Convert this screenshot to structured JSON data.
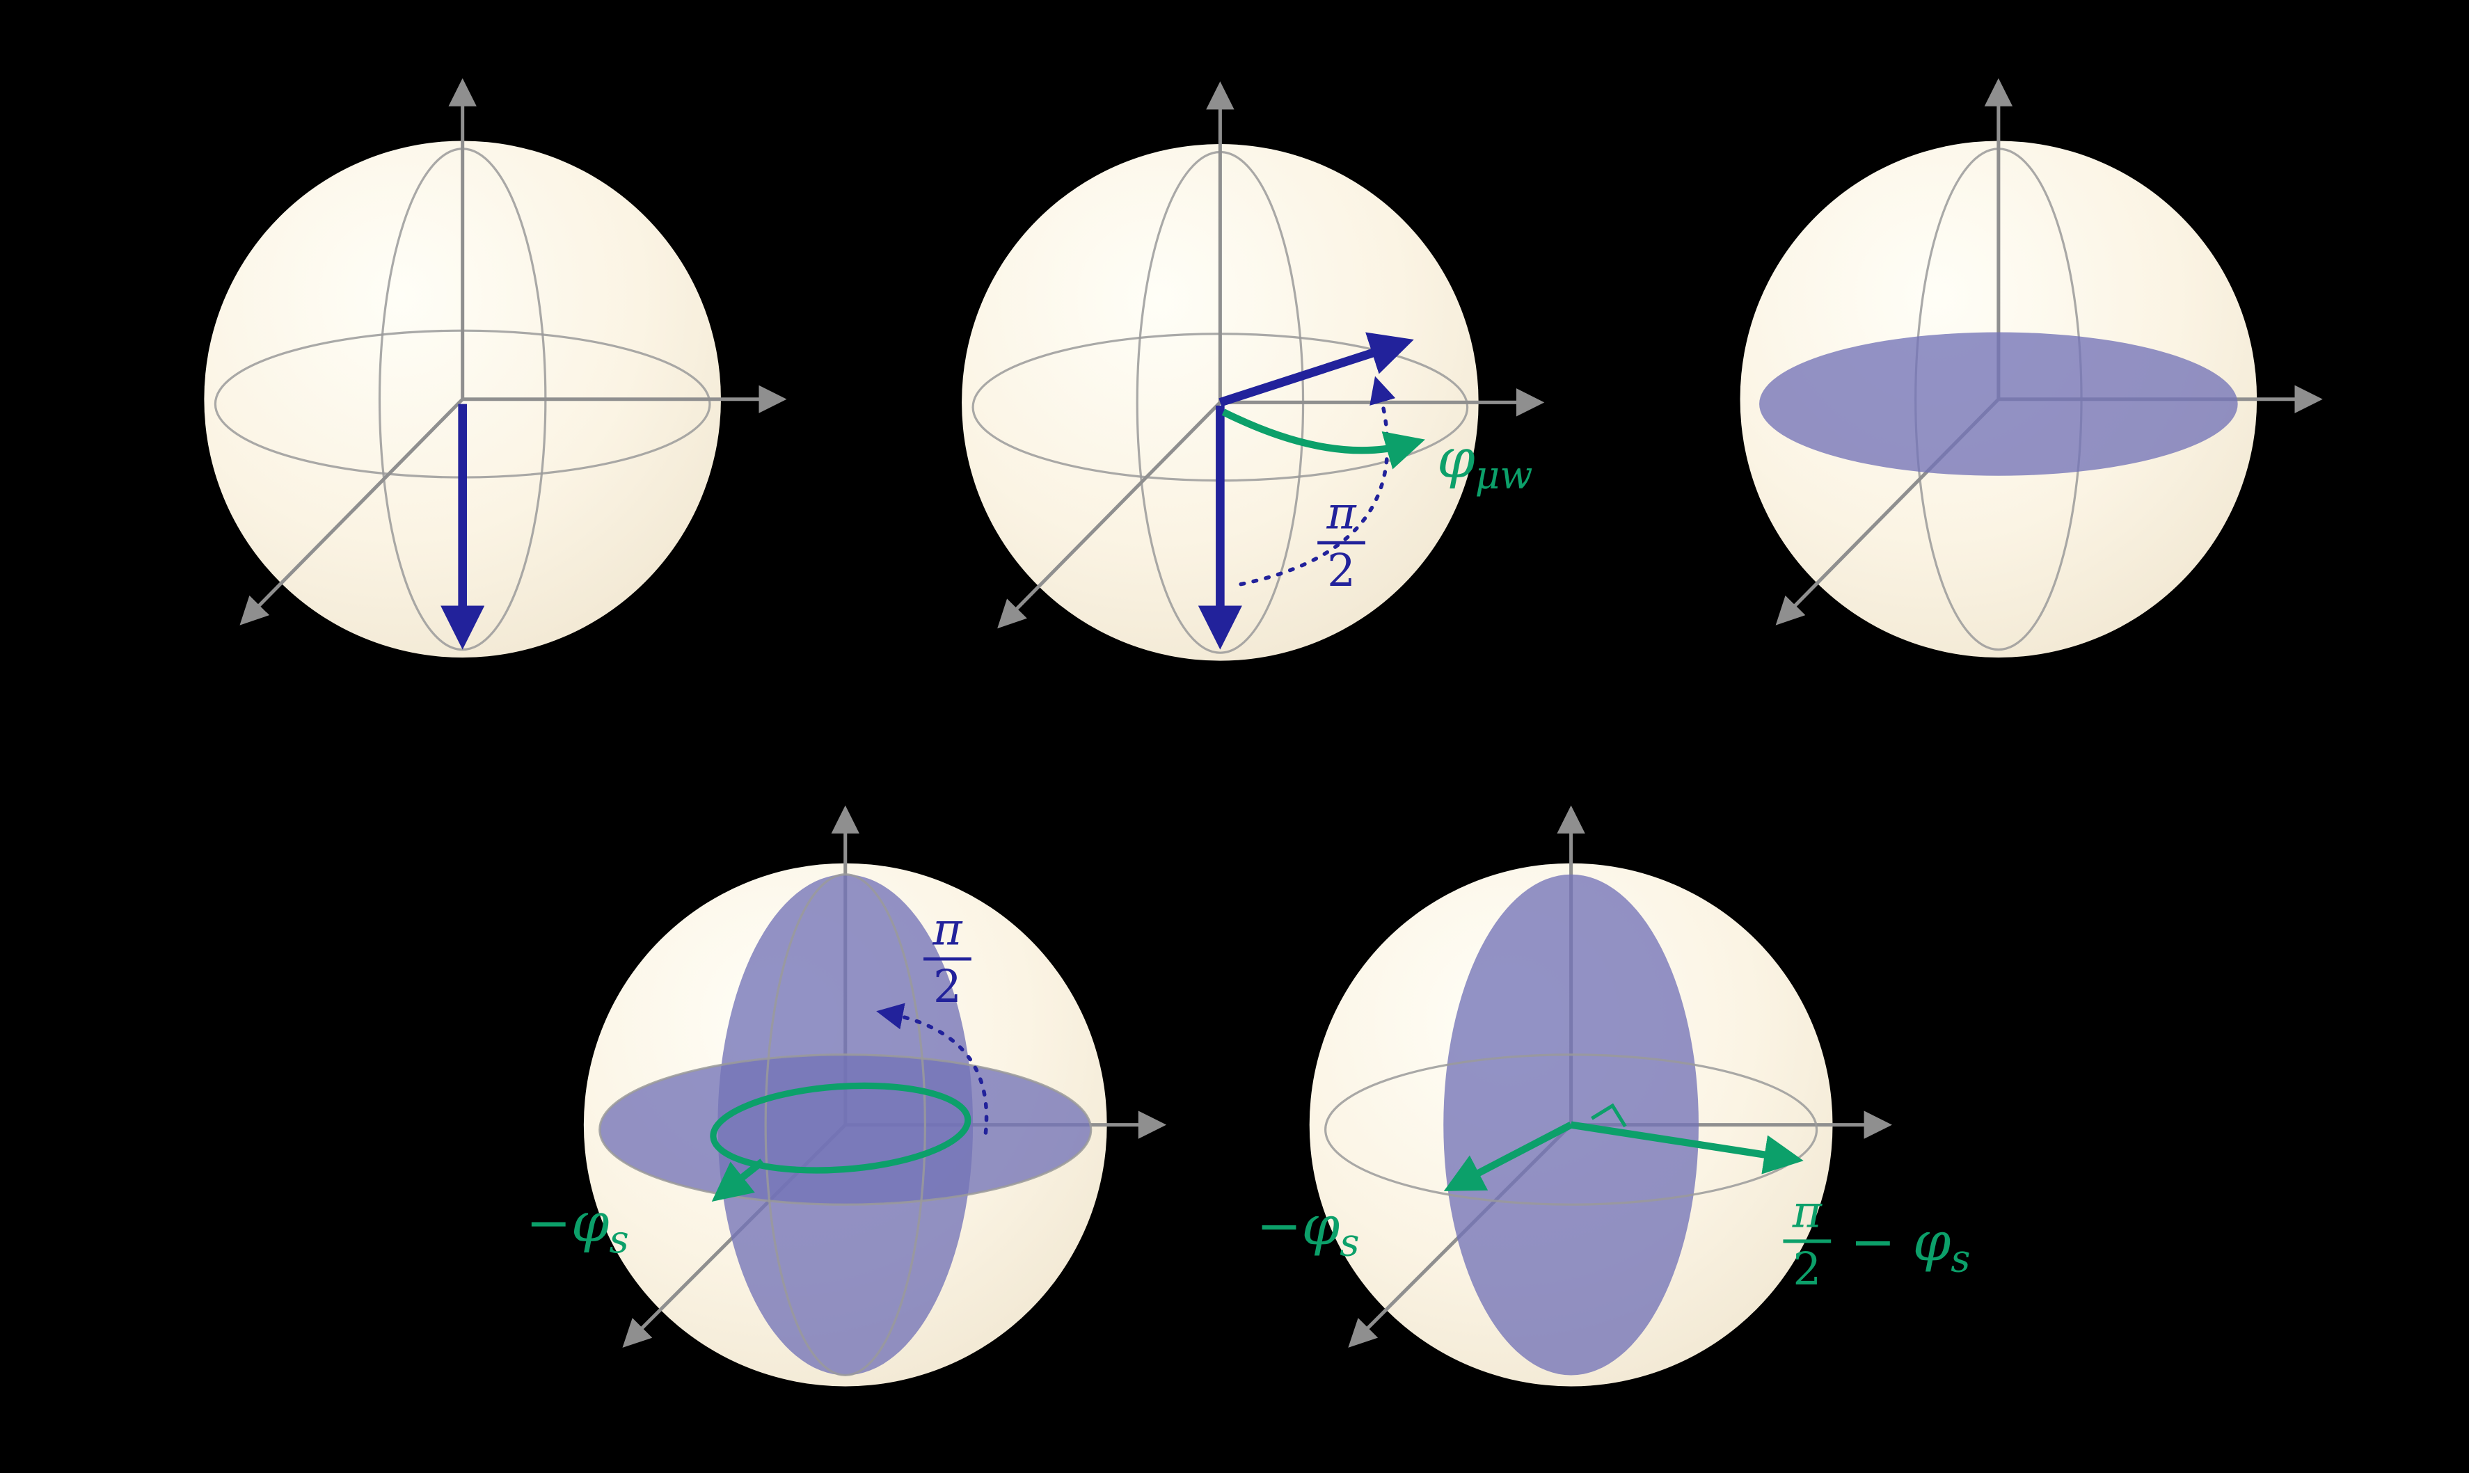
{
  "colors": {
    "background": "#000000",
    "sphere_fill": "#faf4e3",
    "wireframe": "#9a9a9a",
    "axis": "#8f8f8f",
    "state_arrow": "#22229b",
    "phase_arrow": "#0ca06a",
    "disk": "#7373b7"
  },
  "labels": {
    "sphere2": {
      "rot_num": "π",
      "rot_den": "2",
      "phase": "φ",
      "phase_sub": "μw"
    },
    "sphere4": {
      "rot_num": "π",
      "rot_den": "2",
      "phase": "−φ",
      "phase_sub": "s"
    },
    "sphere5": {
      "left_phase": "−φ",
      "left_phase_sub": "s",
      "right_num": "π",
      "right_den": "2",
      "right_tail": "− φ",
      "right_sub": "s"
    }
  }
}
